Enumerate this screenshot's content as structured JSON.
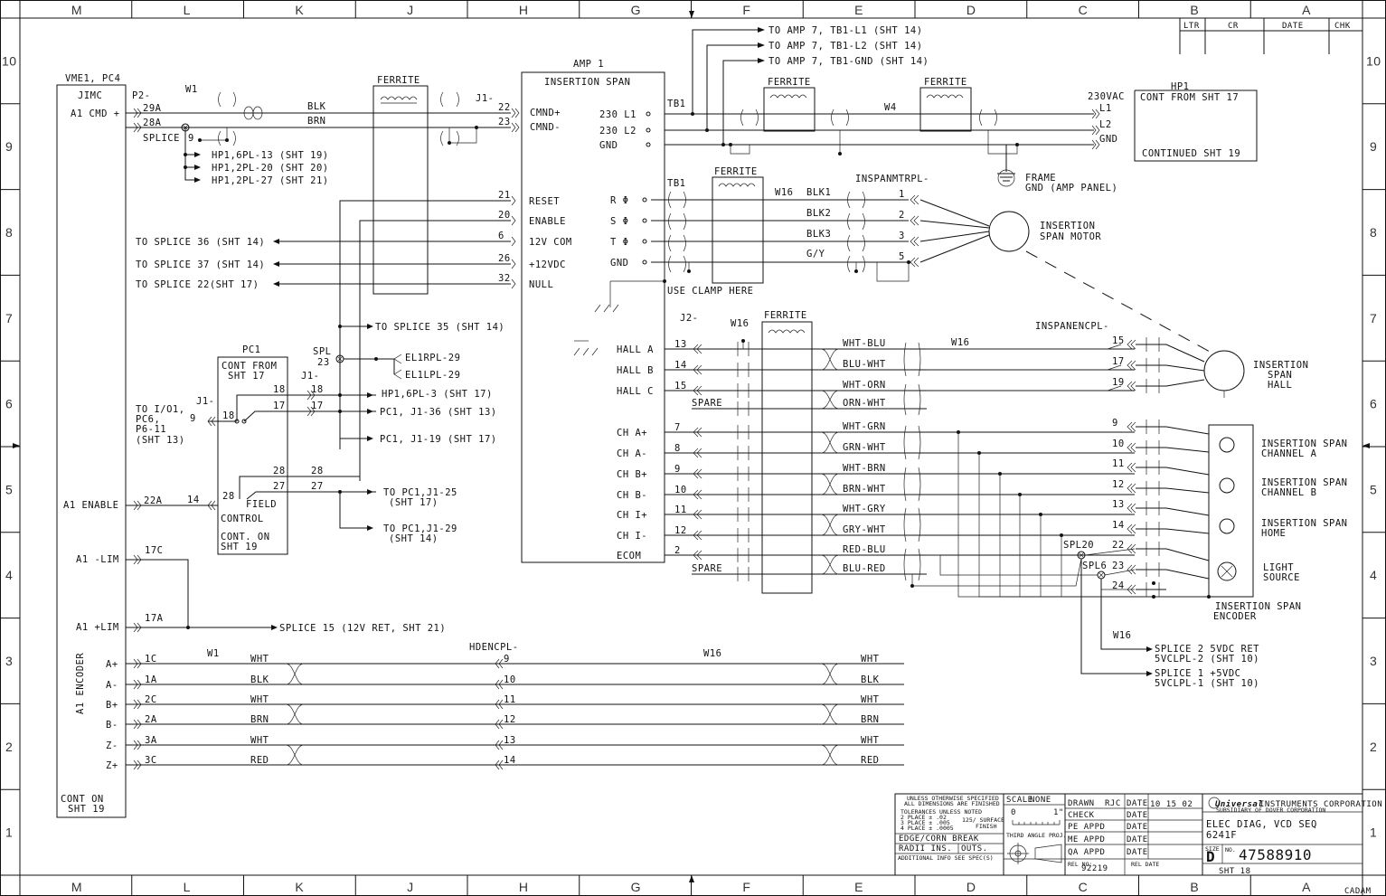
{
  "zones": {
    "columns": [
      "M",
      "L",
      "K",
      "J",
      "H",
      "G",
      "F",
      "E",
      "D",
      "C",
      "B",
      "A"
    ],
    "rows": [
      "10",
      "9",
      "8",
      "7",
      "6",
      "5",
      "4",
      "3",
      "2",
      "1"
    ]
  },
  "revision_block": {
    "ltr": "LTR",
    "cr": "CR",
    "date": "DATE",
    "chk": "CHK"
  },
  "top_refs": {
    "amp7_l1": "TO AMP 7, TB1-L1 (SHT 14)",
    "amp7_l2": "TO AMP 7, TB1-L2 (SHT 14)",
    "amp7_gnd": "TO AMP 7, TB1-GND (SHT 14)"
  },
  "vme": {
    "title": "VME1, PC4",
    "jimc": "JIMC",
    "a1_cmd": "A1 CMD +",
    "a1_enable": "A1 ENABLE",
    "a1_nlim": "A1 -LIM",
    "a1_plim": "A1 +LIM",
    "encoder": "A1 ENCODER",
    "cont_on": "CONT ON",
    "sht19": "SHT 19",
    "enc_pins": [
      "A+",
      "A-",
      "B+",
      "B-",
      "Z-",
      "Z+"
    ]
  },
  "labels": {
    "p2": "P2-",
    "w1": "W1",
    "pin29a": "29A",
    "pin28a": "28A",
    "splice": "SPLICE",
    "splice_num": "9",
    "blk": "BLK",
    "brn": "BRN",
    "j1": "J1-",
    "pin22": "22",
    "pin23": "23",
    "hp1_13": "HP1,6PL-13 (SHT 19)",
    "hp1_20": "HP1,2PL-20 (SHT 20)",
    "hp1_27": "HP1,2PL-27 (SHT 21)",
    "ferrite": "FERRITE",
    "splice36": "TO SPLICE 36 (SHT 14)",
    "splice37": "TO SPLICE 37 (SHT 14)",
    "splice22": "TO SPLICE 22(SHT 17)",
    "splice35": "TO SPLICE 35 (SHT 14)",
    "spl": "SPL",
    "spl23": "23",
    "el1r": "EL1RPL-29",
    "el1l": "EL1LPL-29",
    "pc1": "PC1",
    "cont_from": "CONT FROM",
    "sht17": "SHT 17",
    "hp1_3": "HP1,6PL-3 (SHT 17)",
    "pc1_36": "PC1, J1-36 (SHT 13)",
    "pc1_19": "PC1, J1-19 (SHT 17)",
    "to_io1": "TO I/O1,",
    "pc6": "PC6,",
    "p6_11": "P6-11",
    "sht13": "(SHT 13)",
    "pin9": "9",
    "pin18": "18",
    "pin17": "17",
    "pin28": "28",
    "pin27": "27",
    "pin14": "14",
    "pin22a": "22A",
    "field": "FIELD",
    "control": "CONTROL",
    "cont_on": "CONT. ON",
    "sht19": "SHT 19",
    "to_pc1_25": "TO PC1,J1-25",
    "sht17b": "(SHT 17)",
    "to_pc1_29": "TO PC1,J1-29",
    "sht14": "(SHT 14)",
    "pin17c": "17C",
    "pin17a": "17A",
    "splice15": "SPLICE 15 (12V RET, SHT 21)",
    "amp1": "AMP 1",
    "insertion_span": "INSERTION SPAN",
    "cmnd_p": "CMND+",
    "cmnd_n": "CMND-",
    "amp_pins": [
      "21",
      "20",
      "6",
      "26",
      "32"
    ],
    "amp_sigs": [
      "RESET",
      "ENABLE",
      "12V COM",
      "+12VDC",
      "NULL"
    ],
    "pwr": [
      "230 L1",
      "230 L2",
      "GND"
    ],
    "phase": [
      "R Φ",
      "S Φ",
      "T Φ",
      "GND"
    ],
    "tb1": "TB1",
    "use_clamp": "USE CLAMP HERE",
    "j2": "J2-",
    "w16": "W16",
    "w4": "W4",
    "blk1": "BLK1",
    "blk2": "BLK2",
    "blk3": "BLK3",
    "gy": "G/Y",
    "inspanmtrpl": "INSPANMTRPL-",
    "motor_pins": [
      "1",
      "2",
      "3",
      "5"
    ],
    "motor": "INSERTION",
    "motor2": "SPAN MOTOR",
    "hp1": "HP1",
    "vac": "230VAC",
    "cont_from17": "CONT FROM SHT 17",
    "l1": "L1",
    "l2": "L2",
    "gnd": "GND",
    "cont19": "CONTINUED SHT 19",
    "frame": "FRAME",
    "frame_gnd": "GND (AMP PANEL)",
    "hall_sigs": [
      "HALL A",
      "HALL B",
      "HALL C"
    ],
    "hall_pins": [
      "13",
      "14",
      "15"
    ],
    "spare": "SPARE",
    "ch_sigs": [
      "CH A+",
      "CH A-",
      "CH B+",
      "CH B-",
      "CH I+",
      "CH I-",
      "ECOM"
    ],
    "ch_pins": [
      "7",
      "8",
      "9",
      "10",
      "11",
      "12",
      "2"
    ],
    "pair_colors": [
      "WHT-BLU",
      "BLU-WHT",
      "WHT-ORN",
      "ORN-WHT",
      "WHT-GRN",
      "GRN-WHT",
      "WHT-BRN",
      "BRN-WHT",
      "WHT-GRY",
      "GRY-WHT",
      "RED-BLU",
      "BLU-RED"
    ],
    "inspanencpl": "INSPANENCPL-",
    "enc_pins_r": [
      "15",
      "17",
      "19",
      "9",
      "10",
      "11",
      "12",
      "13",
      "14",
      "22",
      "23",
      "24"
    ],
    "hall": "INSERTION",
    "hall2": "SPAN",
    "hall3": "HALL",
    "cha": "INSERTION SPAN",
    "cha2": "CHANNEL A",
    "chb": "INSERTION SPAN",
    "chb2": "CHANNEL B",
    "home": "INSERTION SPAN",
    "home2": "HOME",
    "light": "LIGHT",
    "light2": "SOURCE",
    "encoder": "INSERTION SPAN",
    "encoder2": "ENCODER",
    "spl20": "SPL20",
    "spl6": "SPL6",
    "splice2": "SPLICE 2 5VDC RET",
    "vcl2": "5VCLPL-2 (SHT 10)",
    "splice1": "SPLICE 1 +5VDC",
    "vcl1": "5VCLPL-1 (SHT 10)",
    "hdencpl": "HDENCPL-",
    "enc_left_pins": [
      "1C",
      "1A",
      "2C",
      "2A",
      "3A",
      "3C"
    ],
    "enc_colors": [
      "WHT",
      "BLK",
      "WHT",
      "BRN",
      "WHT",
      "RED"
    ],
    "enc_mid_pins": [
      "9",
      "10",
      "11",
      "12",
      "13",
      "14"
    ]
  },
  "title_block": {
    "unless": "UNLESS OTHERWISE SPECIFIED",
    "dims": "ALL DIMENSIONS ARE FINISHED",
    "tol": "TOLERANCES UNLESS NOTED",
    "place2": "2 PLACE ± .02",
    "place3": "3 PLACE ± .005",
    "place4": "4 PLACE ± .0005",
    "surface": "125/ SURFACE",
    "finish": "FINISH",
    "edge": "EDGE/CORN BREAK",
    "radii": "RADII INS.",
    "outs": "OUTS.",
    "additional": "ADDITIONAL INFO SEE SPEC(S)",
    "scale_label": "SCALE",
    "scale": "NONE",
    "ruler0": "0",
    "ruler1": "1\"",
    "third_angle": "THIRD ANGLE PROJ.",
    "drawn": "DRAWN",
    "drawn_by": "RJC",
    "date": "DATE",
    "drawn_date": "10 15 02",
    "check": "CHECK",
    "pe": "PE APPD",
    "me": "ME APPD",
    "qa": "QA APPD",
    "rel_no": "REL NO:",
    "rel_num": "92219",
    "rel_date": "REL DATE",
    "company_logo": "Universal",
    "company": "INSTRUMENTS CORPORATION",
    "subsidiary": "SUBSIDIARY OF DOVER CORPORATION",
    "title1": "ELEC DIAG, VCD SEQ",
    "title2": "6241F",
    "size_label": "SIZE",
    "size": "D",
    "no_label": "NO.",
    "number": "47588910",
    "sheet": "SHT 18",
    "cadam": "CADAM"
  }
}
